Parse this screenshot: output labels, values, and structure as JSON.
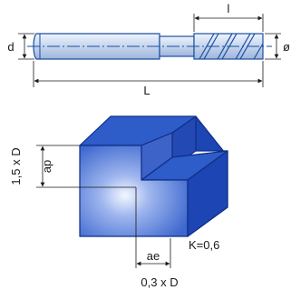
{
  "tool_drawing": {
    "length_cutting_label": "l",
    "diameter_shank_label": "d",
    "diameter_cutting_label": "ø",
    "length_overall_label": "L",
    "colors": {
      "body_fill": "#c9d7ef",
      "outline": "#1a4fa0",
      "centerline": "#1a4fa0"
    }
  },
  "cut_diagram": {
    "axial_depth_label": "ap",
    "axial_depth_value": "1,5 x D",
    "radial_depth_label": "ae",
    "radial_depth_value": "0,3 x D",
    "k_factor": "K=0,6",
    "colors": {
      "block_front": "#4f7ad6",
      "block_top": "#2e5cc9",
      "block_side": "#1d45b3",
      "edge": "#0f2f86"
    }
  }
}
